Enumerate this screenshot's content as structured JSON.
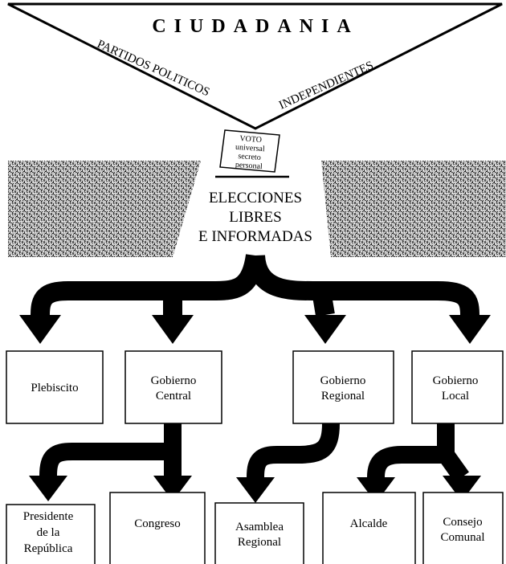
{
  "title": "CIUDADANIA",
  "left_label": "PARTIDOS POLITICOS",
  "right_label": "INDEPENDIENTES",
  "ballot": {
    "line1": "VOTO",
    "line2": "universal",
    "line3": "secreto",
    "line4": "personal"
  },
  "elections": {
    "line1": "ELECCIONES",
    "line2": "LIBRES",
    "line3": "E INFORMADAS"
  },
  "level1": {
    "plebiscito": [
      "Plebiscito"
    ],
    "gobierno_central": [
      "Gobierno",
      "Central"
    ],
    "gobierno_regional": [
      "Gobierno",
      "Regional"
    ],
    "gobierno_local": [
      "Gobierno",
      "Local"
    ]
  },
  "level2": {
    "presidente": [
      "Presidente",
      "de la",
      "República"
    ],
    "congreso": [
      "Congreso"
    ],
    "asamblea": [
      "Asamblea",
      "Regional"
    ],
    "alcalde": [
      "Alcalde"
    ],
    "consejo": [
      "Consejo",
      "Comunal"
    ]
  },
  "colors": {
    "ink": "#000000",
    "paper": "#ffffff",
    "texture": "#8a8a8a"
  }
}
